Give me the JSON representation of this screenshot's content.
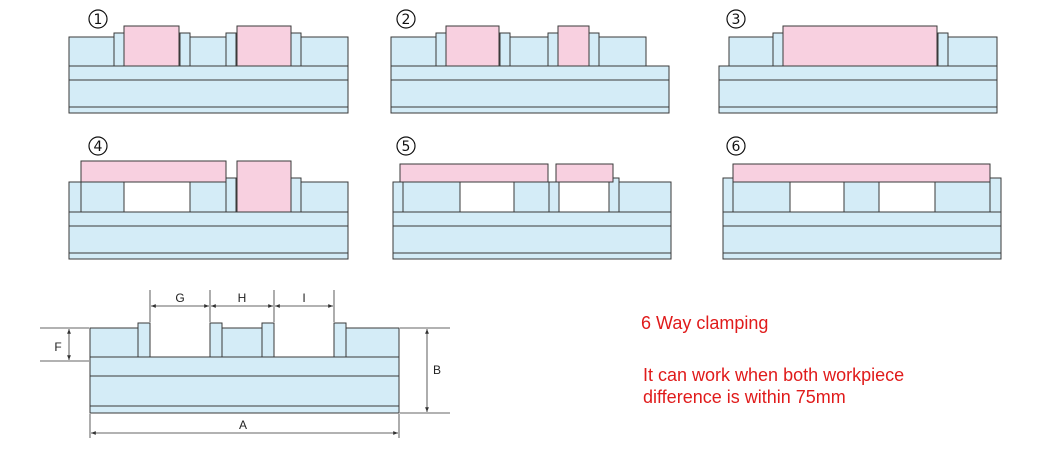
{
  "panels": [
    {
      "number": "1"
    },
    {
      "number": "2"
    },
    {
      "number": "3"
    },
    {
      "number": "4"
    },
    {
      "number": "5"
    },
    {
      "number": "6"
    }
  ],
  "dimension_labels": {
    "a": "A",
    "b": "B",
    "f": "F",
    "g": "G",
    "h": "H",
    "i": "I"
  },
  "notes": {
    "title": "6 Way clamping",
    "line1": "It can work when both workpiece",
    "line2": "difference is within 75mm"
  }
}
